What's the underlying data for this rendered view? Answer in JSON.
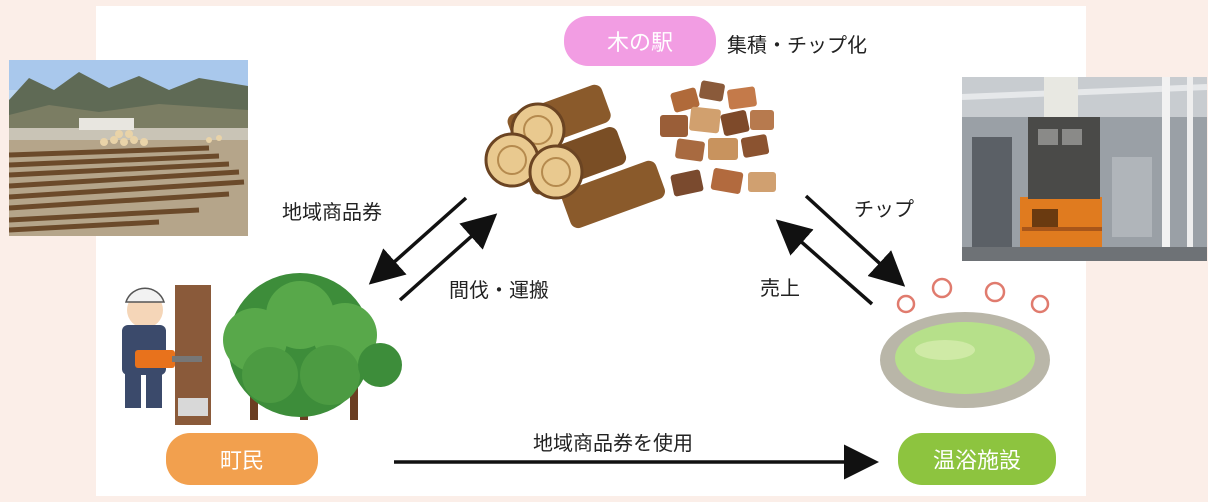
{
  "nodes": {
    "station": {
      "label": "木の駅",
      "color": "#f29de3"
    },
    "townspeople": {
      "label": "町民",
      "color": "#f2a04e"
    },
    "hot_spring": {
      "label": "温浴施設",
      "color": "#8dc43f"
    }
  },
  "labels": {
    "accumulate_chip": "集積・チップ化",
    "voucher": "地域商品券",
    "thinning_transport": "間伐・運搬",
    "chip": "チップ",
    "sales": "売上",
    "use_voucher": "地域商品券を使用"
  },
  "colors": {
    "arrow": "#111111",
    "background": "#fbeee8"
  }
}
